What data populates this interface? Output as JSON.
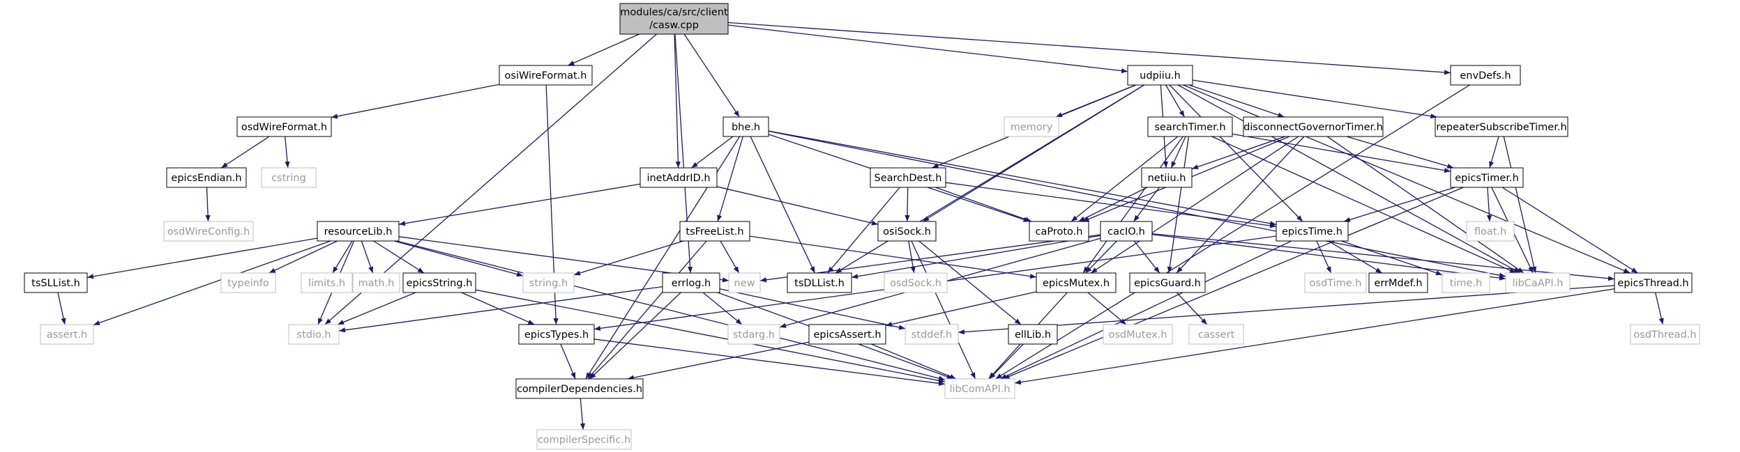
{
  "colors": {
    "edge": "#191970",
    "root_fill": "#bfbfbf",
    "box_stroke": "#000000",
    "gray_stroke": "#bfbfbf",
    "text": "#000000",
    "gray_text": "#999999"
  },
  "nodes": [
    {
      "id": "casw",
      "label": "modules/ca/src/client",
      "label2": "/casw.cpp",
      "style": "root"
    },
    {
      "id": "osiWireFormat",
      "label": "osiWireFormat.h",
      "style": "box"
    },
    {
      "id": "udpiiu",
      "label": "udpiiu.h",
      "style": "box"
    },
    {
      "id": "envDefs",
      "label": "envDefs.h",
      "style": "box"
    },
    {
      "id": "osdWireFormat",
      "label": "osdWireFormat.h",
      "style": "box"
    },
    {
      "id": "bhe",
      "label": "bhe.h",
      "style": "box"
    },
    {
      "id": "memory",
      "label": "memory",
      "style": "gray"
    },
    {
      "id": "searchTimer",
      "label": "searchTimer.h",
      "style": "box"
    },
    {
      "id": "disconnectGovernorTimer",
      "label": "disconnectGovernorTimer.h",
      "style": "box"
    },
    {
      "id": "repeaterSubscribeTimer",
      "label": "repeaterSubscribeTimer.h",
      "style": "box"
    },
    {
      "id": "epicsEndian",
      "label": "epicsEndian.h",
      "style": "box"
    },
    {
      "id": "cstring",
      "label": "cstring",
      "style": "gray"
    },
    {
      "id": "inetAddrID",
      "label": "inetAddrID.h",
      "style": "box"
    },
    {
      "id": "SearchDest",
      "label": "SearchDest.h",
      "style": "box"
    },
    {
      "id": "netiiu",
      "label": "netiiu.h",
      "style": "box"
    },
    {
      "id": "epicsTimer",
      "label": "epicsTimer.h",
      "style": "box"
    },
    {
      "id": "osdWireConfig",
      "label": "osdWireConfig.h",
      "style": "gray"
    },
    {
      "id": "resourceLib",
      "label": "resourceLib.h",
      "style": "box"
    },
    {
      "id": "tsFreeList",
      "label": "tsFreeList.h",
      "style": "box"
    },
    {
      "id": "osiSock",
      "label": "osiSock.h",
      "style": "box"
    },
    {
      "id": "caProto",
      "label": "caProto.h",
      "style": "box"
    },
    {
      "id": "cacIO",
      "label": "cacIO.h",
      "style": "box"
    },
    {
      "id": "epicsTime",
      "label": "epicsTime.h",
      "style": "box"
    },
    {
      "id": "floatH",
      "label": "float.h",
      "style": "gray"
    },
    {
      "id": "tsSLList",
      "label": "tsSLList.h",
      "style": "box"
    },
    {
      "id": "typeinfo",
      "label": "typeinfo",
      "style": "gray"
    },
    {
      "id": "limits",
      "label": "limits.h",
      "style": "gray"
    },
    {
      "id": "mathH",
      "label": "math.h",
      "style": "gray"
    },
    {
      "id": "epicsString",
      "label": "epicsString.h",
      "style": "box"
    },
    {
      "id": "stringH",
      "label": "string.h",
      "style": "gray"
    },
    {
      "id": "newH",
      "label": "new",
      "style": "gray"
    },
    {
      "id": "tsDLList",
      "label": "tsDLList.h",
      "style": "box"
    },
    {
      "id": "errlog",
      "label": "errlog.h",
      "style": "box"
    },
    {
      "id": "epicsMutex",
      "label": "epicsMutex.h",
      "style": "box"
    },
    {
      "id": "epicsGuard",
      "label": "epicsGuard.h",
      "style": "box"
    },
    {
      "id": "osdTime",
      "label": "osdTime.h",
      "style": "gray"
    },
    {
      "id": "errMdef",
      "label": "errMdef.h",
      "style": "box"
    },
    {
      "id": "timeH",
      "label": "time.h",
      "style": "gray"
    },
    {
      "id": "libCaAPI",
      "label": "libCaAPI.h",
      "style": "gray"
    },
    {
      "id": "epicsThread",
      "label": "epicsThread.h",
      "style": "box"
    },
    {
      "id": "assertH",
      "label": "assert.h",
      "style": "gray"
    },
    {
      "id": "stdioH",
      "label": "stdio.h",
      "style": "gray"
    },
    {
      "id": "epicsTypes",
      "label": "epicsTypes.h",
      "style": "box"
    },
    {
      "id": "stdargH",
      "label": "stdarg.h",
      "style": "gray"
    },
    {
      "id": "epicsAssert",
      "label": "epicsAssert.h",
      "style": "box"
    },
    {
      "id": "stddefH",
      "label": "stddef.h",
      "style": "gray"
    },
    {
      "id": "ellLib",
      "label": "ellLib.h",
      "style": "box"
    },
    {
      "id": "osdMutex",
      "label": "osdMutex.h",
      "style": "gray"
    },
    {
      "id": "cassert",
      "label": "cassert",
      "style": "gray"
    },
    {
      "id": "osdThread",
      "label": "osdThread.h",
      "style": "gray"
    },
    {
      "id": "compilerDependencies",
      "label": "compilerDependencies.h",
      "style": "box"
    },
    {
      "id": "libComAPI",
      "label": "libComAPI.h",
      "style": "gray"
    },
    {
      "id": "compilerSpecific",
      "label": "compilerSpecific.h",
      "style": "gray"
    }
  ],
  "edges": [
    [
      "casw",
      "osiWireFormat"
    ],
    [
      "casw",
      "udpiiu"
    ],
    [
      "casw",
      "envDefs"
    ],
    [
      "casw",
      "bhe"
    ],
    [
      "casw",
      "inetAddrID"
    ],
    [
      "casw",
      "errlog"
    ],
    [
      "casw",
      "stdioH"
    ],
    [
      "osiWireFormat",
      "osdWireFormat"
    ],
    [
      "osiWireFormat",
      "epicsTypes"
    ],
    [
      "osdWireFormat",
      "epicsEndian"
    ],
    [
      "osdWireFormat",
      "cstring"
    ],
    [
      "epicsEndian",
      "osdWireConfig"
    ],
    [
      "envDefs",
      "libComAPI"
    ],
    [
      "udpiiu",
      "memory"
    ],
    [
      "udpiiu",
      "searchTimer"
    ],
    [
      "udpiiu",
      "disconnectGovernorTimer"
    ],
    [
      "udpiiu",
      "repeaterSubscribeTimer"
    ],
    [
      "udpiiu",
      "SearchDest"
    ],
    [
      "udpiiu",
      "netiiu"
    ],
    [
      "udpiiu",
      "osiSock"
    ],
    [
      "udpiiu",
      "tsDLList"
    ],
    [
      "udpiiu",
      "epicsTime"
    ],
    [
      "udpiiu",
      "libCaAPI"
    ],
    [
      "udpiiu",
      "epicsThread"
    ],
    [
      "bhe",
      "inetAddrID"
    ],
    [
      "bhe",
      "tsFreeList"
    ],
    [
      "bhe",
      "tsDLList"
    ],
    [
      "bhe",
      "caProto"
    ],
    [
      "bhe",
      "epicsTime"
    ],
    [
      "bhe",
      "libCaAPI"
    ],
    [
      "bhe",
      "compilerDependencies"
    ],
    [
      "searchTimer",
      "netiiu"
    ],
    [
      "searchTimer",
      "caProto"
    ],
    [
      "searchTimer",
      "epicsTimer"
    ],
    [
      "searchTimer",
      "epicsMutex"
    ],
    [
      "searchTimer",
      "epicsGuard"
    ],
    [
      "searchTimer",
      "libCaAPI"
    ],
    [
      "disconnectGovernorTimer",
      "netiiu"
    ],
    [
      "disconnectGovernorTimer",
      "caProto"
    ],
    [
      "disconnectGovernorTimer",
      "epicsTimer"
    ],
    [
      "disconnectGovernorTimer",
      "epicsMutex"
    ],
    [
      "disconnectGovernorTimer",
      "epicsGuard"
    ],
    [
      "disconnectGovernorTimer",
      "libCaAPI"
    ],
    [
      "repeaterSubscribeTimer",
      "epicsTimer"
    ],
    [
      "repeaterSubscribeTimer",
      "libCaAPI"
    ],
    [
      "inetAddrID",
      "osiSock"
    ],
    [
      "inetAddrID",
      "resourceLib"
    ],
    [
      "SearchDest",
      "osiSock"
    ],
    [
      "SearchDest",
      "tsDLList"
    ],
    [
      "SearchDest",
      "caProto"
    ],
    [
      "SearchDest",
      "epicsTime"
    ],
    [
      "netiiu",
      "caProto"
    ],
    [
      "netiiu",
      "cacIO"
    ],
    [
      "epicsTimer",
      "epicsTime"
    ],
    [
      "epicsTimer",
      "floatH"
    ],
    [
      "epicsTimer",
      "libCaAPI"
    ],
    [
      "epicsTimer",
      "epicsThread"
    ],
    [
      "epicsTimer",
      "libComAPI"
    ],
    [
      "resourceLib",
      "tsSLList"
    ],
    [
      "resourceLib",
      "typeinfo"
    ],
    [
      "resourceLib",
      "limits"
    ],
    [
      "resourceLib",
      "mathH"
    ],
    [
      "resourceLib",
      "epicsString"
    ],
    [
      "resourceLib",
      "stringH"
    ],
    [
      "resourceLib",
      "newH"
    ],
    [
      "resourceLib",
      "assertH"
    ],
    [
      "resourceLib",
      "stdioH"
    ],
    [
      "resourceLib",
      "libComAPI"
    ],
    [
      "tsFreeList",
      "stringH"
    ],
    [
      "tsFreeList",
      "newH"
    ],
    [
      "tsFreeList",
      "epicsMutex"
    ],
    [
      "tsFreeList",
      "compilerDependencies"
    ],
    [
      "osiSock",
      "osdSock"
    ],
    [
      "osiSock",
      "ellLib"
    ],
    [
      "osiSock",
      "libComAPI"
    ],
    [
      "cacIO",
      "newH"
    ],
    [
      "cacIO",
      "tsDLList"
    ],
    [
      "cacIO",
      "epicsMutex"
    ],
    [
      "cacIO",
      "epicsGuard"
    ],
    [
      "cacIO",
      "epicsThread"
    ],
    [
      "cacIO",
      "libCaAPI"
    ],
    [
      "cacIO",
      "stdargH"
    ],
    [
      "epicsTime",
      "errMdef"
    ],
    [
      "epicsTime",
      "osdTime"
    ],
    [
      "epicsTime",
      "timeH"
    ],
    [
      "epicsTime",
      "epicsTypes"
    ],
    [
      "epicsTime",
      "libComAPI"
    ],
    [
      "tsSLList",
      "assertH"
    ],
    [
      "epicsString",
      "stdioH"
    ],
    [
      "epicsString",
      "epicsTypes"
    ],
    [
      "epicsString",
      "libComAPI"
    ],
    [
      "errlog",
      "stdioH"
    ],
    [
      "errlog",
      "stdargH"
    ],
    [
      "errlog",
      "stddefH"
    ],
    [
      "errlog",
      "compilerDependencies"
    ],
    [
      "errlog",
      "libComAPI"
    ],
    [
      "epicsMutex",
      "epicsAssert"
    ],
    [
      "epicsMutex",
      "osdMutex"
    ],
    [
      "epicsMutex",
      "libComAPI"
    ],
    [
      "epicsGuard",
      "cassert"
    ],
    [
      "epicsThread",
      "stddefH"
    ],
    [
      "epicsThread",
      "osdThread"
    ],
    [
      "epicsThread",
      "libComAPI"
    ],
    [
      "epicsTypes",
      "compilerDependencies"
    ],
    [
      "epicsTypes",
      "libComAPI"
    ],
    [
      "epicsAssert",
      "compilerDependencies"
    ],
    [
      "epicsAssert",
      "libComAPI"
    ],
    [
      "ellLib",
      "libComAPI"
    ],
    [
      "compilerDependencies",
      "compilerSpecific"
    ]
  ],
  "extra_nodes": [
    {
      "id": "osdSock",
      "label": "osdSock.h",
      "style": "gray"
    }
  ]
}
